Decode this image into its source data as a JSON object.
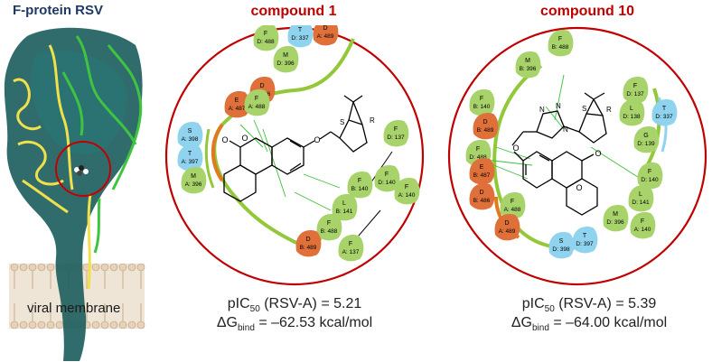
{
  "protein": {
    "title": "F-protein RSV",
    "membrane_label": "viral membrane"
  },
  "compounds": [
    {
      "title": "compound 1",
      "pic50_prefix": "pIC",
      "pic50_sub": "50",
      "pic50_suffix": " (RSV-A) = 5.21",
      "dg_prefix": "ΔG",
      "dg_sub": "bind",
      "dg_suffix": " = –62.53 kcal/mol",
      "residues": [
        {
          "chain": "F",
          "res": "D: 488",
          "color": "green"
        },
        {
          "chain": "T",
          "res": "D: 337",
          "color": "blue"
        },
        {
          "chain": "M",
          "res": "D: 396",
          "color": "green"
        },
        {
          "chain": "D",
          "res": "A: 486",
          "color": "red"
        },
        {
          "chain": "E",
          "res": "A: 487",
          "color": "red"
        },
        {
          "chain": "F",
          "res": "A: 488",
          "color": "green"
        },
        {
          "chain": "D",
          "res": "A: 489",
          "color": "red"
        },
        {
          "chain": "S",
          "res": "A: 398",
          "color": "blue"
        },
        {
          "chain": "T",
          "res": "A: 397",
          "color": "blue"
        },
        {
          "chain": "M",
          "res": "A: 396",
          "color": "green"
        },
        {
          "chain": "F",
          "res": "D: 137",
          "color": "green"
        },
        {
          "chain": "F",
          "res": "B: 140",
          "color": "green"
        },
        {
          "chain": "F",
          "res": "D: 140",
          "color": "green"
        },
        {
          "chain": "F",
          "res": "A: 140",
          "color": "green"
        },
        {
          "chain": "L",
          "res": "B: 141",
          "color": "green"
        },
        {
          "chain": "F",
          "res": "B: 488",
          "color": "green"
        },
        {
          "chain": "D",
          "res": "B: 489",
          "color": "red"
        },
        {
          "chain": "F",
          "res": "A: 137",
          "color": "green"
        }
      ],
      "atoms": [
        "S",
        "R"
      ]
    },
    {
      "title": "compound 10",
      "pic50_prefix": "pIC",
      "pic50_sub": "50",
      "pic50_suffix": " (RSV-A) = 5.39",
      "dg_prefix": "ΔG",
      "dg_sub": "bind",
      "dg_suffix": " = –64.00 kcal/mol",
      "residues": [
        {
          "chain": "F",
          "res": "B: 488",
          "color": "green"
        },
        {
          "chain": "M",
          "res": "B: 396",
          "color": "green"
        },
        {
          "chain": "F",
          "res": "B: 140",
          "color": "green"
        },
        {
          "chain": "D",
          "res": "B: 489",
          "color": "red"
        },
        {
          "chain": "F",
          "res": "D: 488",
          "color": "green"
        },
        {
          "chain": "E",
          "res": "B: 487",
          "color": "red"
        },
        {
          "chain": "D",
          "res": "B: 486",
          "color": "red"
        },
        {
          "chain": "F",
          "res": "A: 488",
          "color": "green"
        },
        {
          "chain": "D",
          "res": "A: 489",
          "color": "red"
        },
        {
          "chain": "F",
          "res": "D: 137",
          "color": "green"
        },
        {
          "chain": "L",
          "res": "D: 138",
          "color": "green"
        },
        {
          "chain": "T",
          "res": "D: 337",
          "color": "blue"
        },
        {
          "chain": "G",
          "res": "D: 139",
          "color": "green"
        },
        {
          "chain": "F",
          "res": "D: 140",
          "color": "green"
        },
        {
          "chain": "L",
          "res": "D: 141",
          "color": "green"
        },
        {
          "chain": "M",
          "res": "D: 396",
          "color": "green"
        },
        {
          "chain": "F",
          "res": "A: 140",
          "color": "green"
        },
        {
          "chain": "S",
          "res": "D: 398",
          "color": "blue"
        },
        {
          "chain": "T",
          "res": "D: 397",
          "color": "blue"
        }
      ],
      "atoms": [
        "S",
        "R",
        "N",
        "N",
        "N"
      ]
    }
  ],
  "colors": {
    "circle": "#c00000",
    "green": "#a8d26a",
    "red": "#e0703a",
    "blue": "#8fd3ee",
    "ribbon": "#93c83a",
    "ribbon_orange": "#e07a1f",
    "interaction": "#3cbf3c",
    "protein_surface": "#1f5f5f",
    "title_blue": "#1f3864",
    "title_red": "#c00000"
  }
}
